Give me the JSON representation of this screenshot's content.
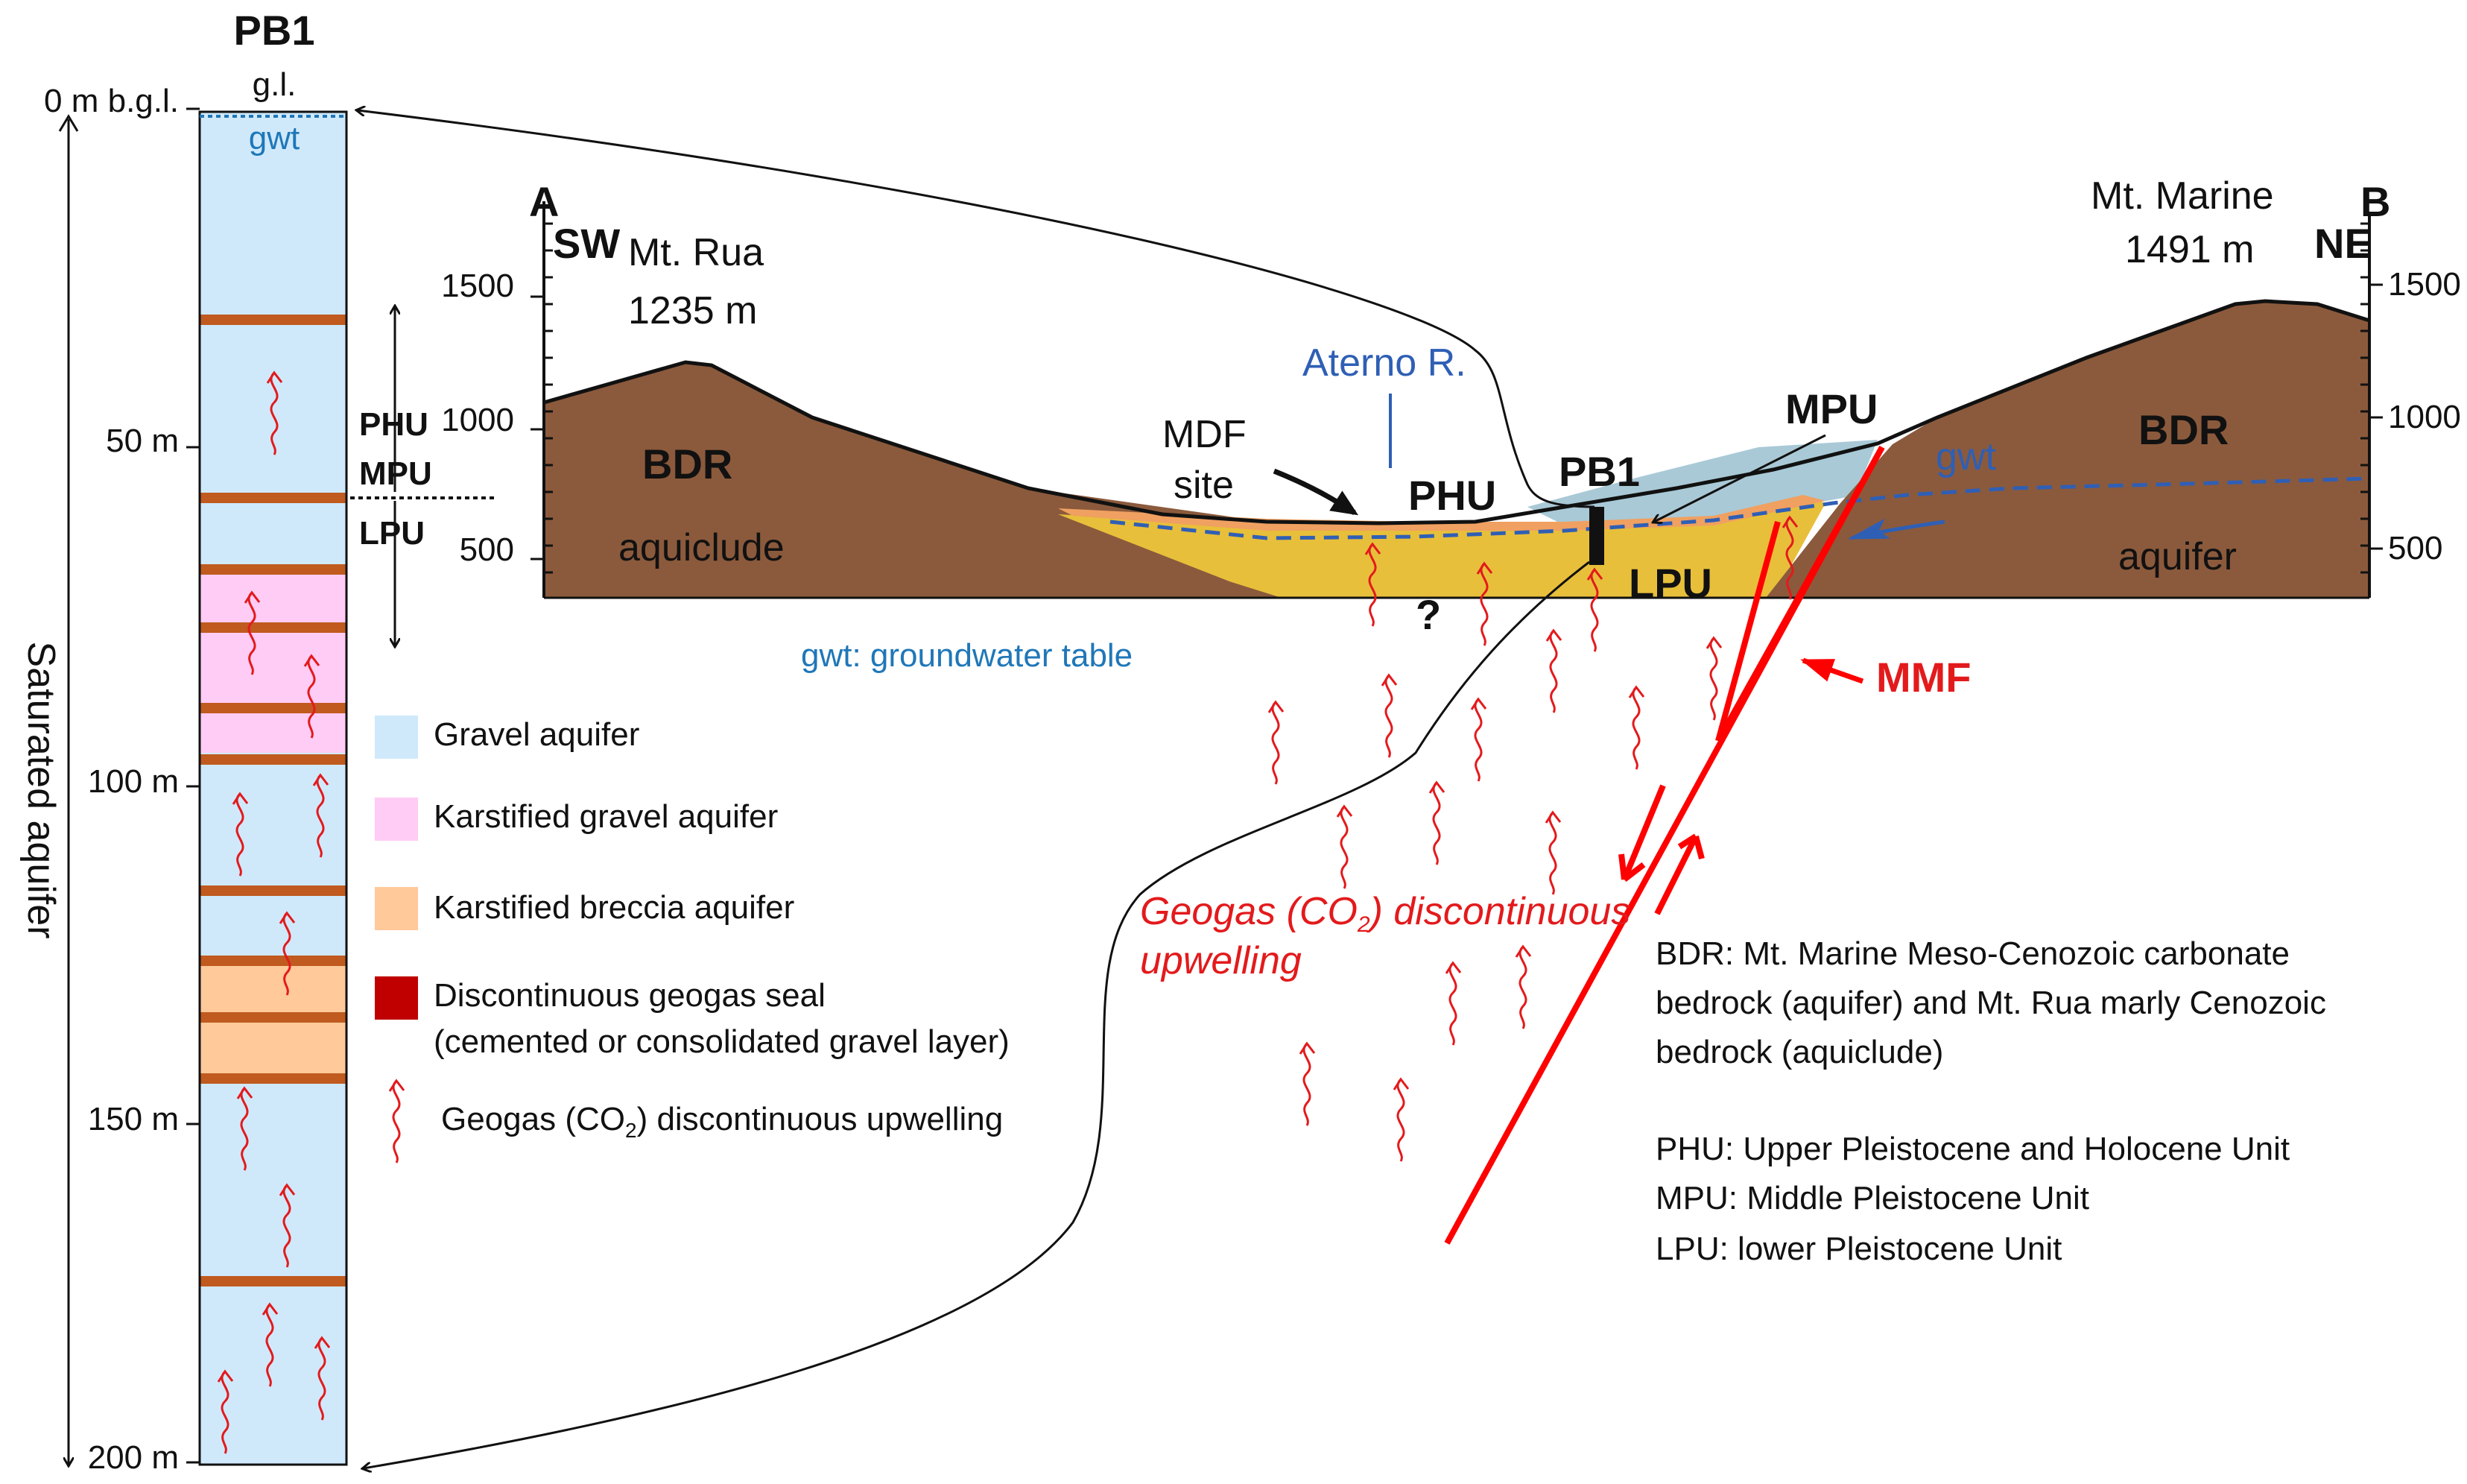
{
  "column": {
    "title": "PB1",
    "ground_level": "g.l.",
    "gwt": "gwt",
    "depth_labels": [
      "0 m b.g.l.",
      "50 m",
      "100 m",
      "150 m",
      "200 m"
    ],
    "unit_labels": [
      "PHU",
      "MPU",
      "LPU"
    ],
    "side_label": "Saturated aquifer"
  },
  "section": {
    "end_a": "A",
    "end_b": "B",
    "dir_sw": "SW",
    "dir_ne": "NE",
    "left_ticks": [
      "1500",
      "1000",
      "500"
    ],
    "right_ticks": [
      "1500",
      "1000",
      "500"
    ],
    "mt_rua_name": "Mt. Rua",
    "mt_rua_elev": "1235 m",
    "mt_marine_name": "Mt. Marine",
    "mt_marine_elev": "1491 m",
    "aterno": "Aterno R.",
    "mdf_line1": "MDF",
    "mdf_line2": "site",
    "phu": "PHU",
    "pb1": "PB1",
    "mpu": "MPU",
    "gwt": "gwt",
    "lpu": "LPU",
    "bdr_left": "BDR",
    "aquiclude": "aquiclude",
    "bdr_right": "BDR",
    "aquifer": "aquifer",
    "question": "?",
    "mmf": "MMF",
    "geogas_line1": "Geogas (CO",
    "geogas_sub": "2",
    "geogas_line1_end": ") discontinuous",
    "geogas_line2": "upwelling",
    "gwt_note": "gwt: groundwater table"
  },
  "legend": {
    "items": [
      {
        "label": "Gravel aquifer",
        "color": "#cfe9fb"
      },
      {
        "label": "Karstified gravel aquifer",
        "color": "#ffccf5"
      },
      {
        "label": "Karstified breccia aquifer",
        "color": "#ffc99a"
      },
      {
        "label": "Discontinuous geogas seal",
        "label2": "(cemented or consolidated gravel layer)",
        "color": "#c00000"
      }
    ],
    "upwelling_pre": "Geogas (CO",
    "upwelling_sub": "2",
    "upwelling_post": ") discontinuous upwelling"
  },
  "notes": {
    "bdr": [
      "BDR: Mt. Marine Meso-Cenozoic carbonate",
      "bedrock (aquifer) and Mt. Rua marly Cenozoic",
      "bedrock (aquiclude)"
    ],
    "units": [
      "PHU: Upper Pleistocene and Holocene Unit",
      "MPU: Middle Pleistocene Unit",
      "LPU: lower Pleistocene Unit"
    ]
  },
  "colors": {
    "gravel": "#cfe9fb",
    "karst_gravel": "#ffccf5",
    "karst_breccia": "#ffc99a",
    "seal": "#c05a1e",
    "bedrock": "#8b5a3c",
    "lpu_fill": "#e8bf3a",
    "mpu_fill": "#a9c9d6",
    "fault": "#ff0000",
    "geogas": "#e31a1c",
    "gwt_line": "#2f5fb5"
  }
}
